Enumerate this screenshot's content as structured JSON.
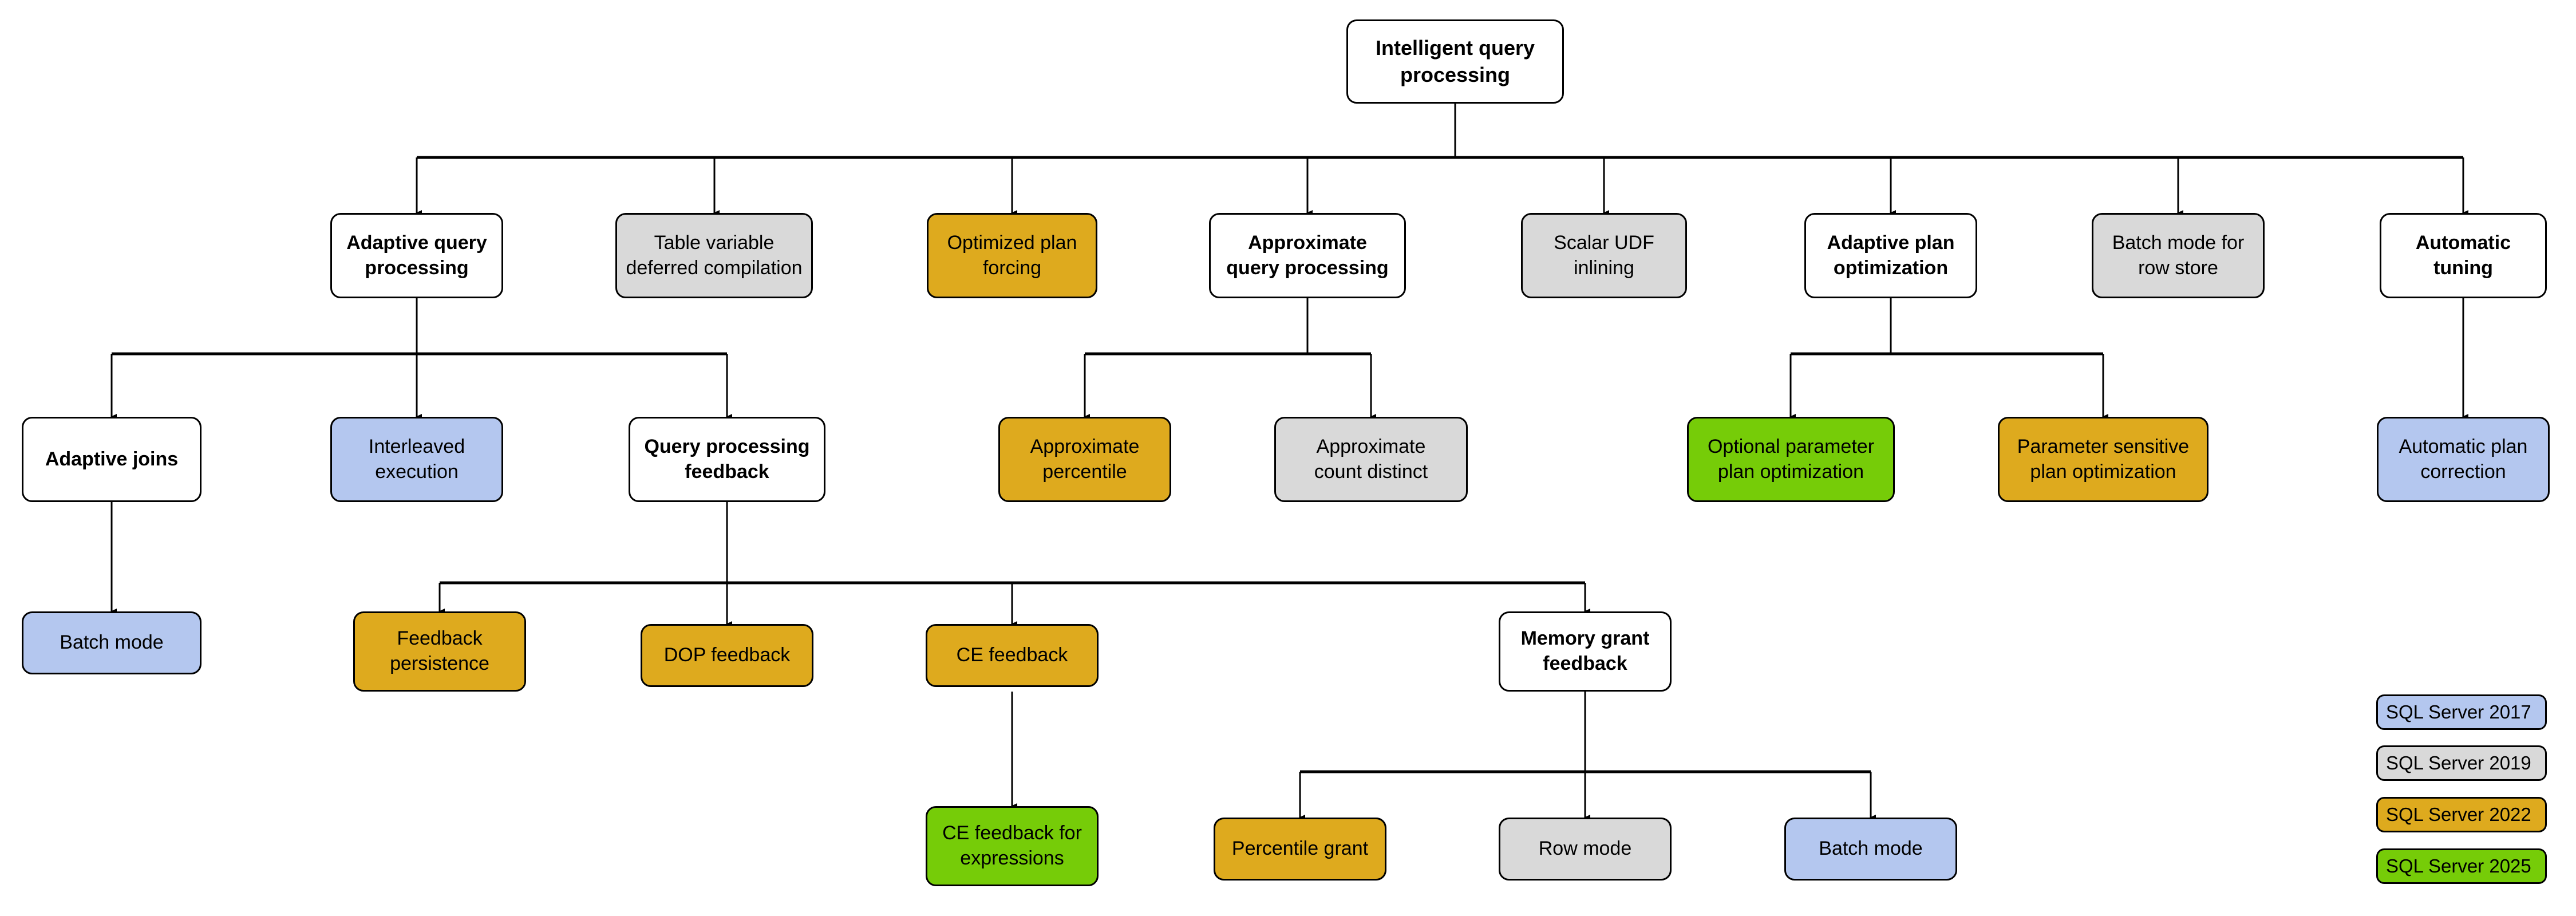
{
  "diagram": {
    "title": "Intelligent query processing",
    "palette": {
      "sql2017": "#b4c7ef",
      "sql2019": "#d9d9d9",
      "sql2022": "#deaa1e",
      "sql2025": "#76cc08",
      "base": "#ffffff",
      "stroke": "#000000"
    }
  },
  "nodes": {
    "root": {
      "label": "Intelligent query\nprocessing"
    },
    "adaptive_query_processing": {
      "label": "Adaptive query\nprocessing"
    },
    "table_variable_deferred_compilation": {
      "label": "Table variable\ndeferred compilation"
    },
    "optimized_plan_forcing": {
      "label": "Optimized plan\nforcing"
    },
    "approximate_query_processing": {
      "label": "Approximate\nquery processing"
    },
    "scalar_udf_inlining": {
      "label": "Scalar UDF\ninlining"
    },
    "adaptive_plan_optimization": {
      "label": "Adaptive plan\noptimization"
    },
    "batch_mode_for_row_store": {
      "label": "Batch mode for\nrow store"
    },
    "automatic_tuning": {
      "label": "Automatic\ntuning"
    },
    "adaptive_joins": {
      "label": "Adaptive joins"
    },
    "interleaved_execution": {
      "label": "Interleaved\nexecution"
    },
    "query_processing_feedback": {
      "label": "Query processing\nfeedback"
    },
    "approximate_percentile": {
      "label": "Approximate\npercentile"
    },
    "approximate_count_distinct": {
      "label": "Approximate\ncount distinct"
    },
    "optional_parameter_plan_optimization": {
      "label": "Optional parameter\nplan optimization"
    },
    "parameter_sensitive_plan_optimization": {
      "label": "Parameter sensitive\nplan optimization"
    },
    "automatic_plan_correction": {
      "label": "Automatic plan\ncorrection"
    },
    "batch_mode_adaptive_joins": {
      "label": "Batch mode"
    },
    "feedback_persistence": {
      "label": "Feedback\npersistence"
    },
    "dop_feedback": {
      "label": "DOP feedback"
    },
    "ce_feedback": {
      "label": "CE feedback"
    },
    "memory_grant_feedback": {
      "label": "Memory grant\nfeedback"
    },
    "ce_feedback_for_expressions": {
      "label": "CE feedback for\nexpressions"
    },
    "percentile_grant": {
      "label": "Percentile grant"
    },
    "row_mode": {
      "label": "Row mode"
    },
    "batch_mode_memory_grant": {
      "label": "Batch mode"
    }
  },
  "legend": {
    "items": [
      {
        "label": "SQL Server 2017",
        "color": "#b4c7ef",
        "key": "sql2017"
      },
      {
        "label": "SQL Server 2019",
        "color": "#d9d9d9",
        "key": "sql2019"
      },
      {
        "label": "SQL Server 2022",
        "color": "#deaa1e",
        "key": "sql2022"
      },
      {
        "label": "SQL Server 2025",
        "color": "#76cc08",
        "key": "sql2025"
      }
    ]
  }
}
